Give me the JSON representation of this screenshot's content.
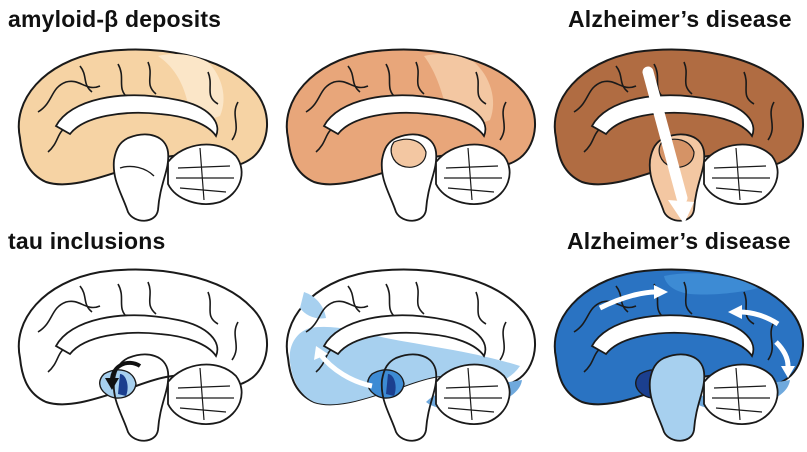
{
  "labels": {
    "amyloid": "amyloid-β deposits",
    "ad_top": "Alzheimer’s disease",
    "tau": "tau inclusions",
    "ad_bottom": "Alzheimer’s disease"
  },
  "colors": {
    "amyloid_stage1": "#f6d3a4",
    "amyloid_stage2": "#e8a67a",
    "amyloid_stage3": "#b06c42",
    "amyloid_light": "#fbe6c8",
    "tau_light": "#a7d0ef",
    "tau_mid": "#3d8bd4",
    "tau_strong": "#2a73c2",
    "tau_dark": "#1b3f8f",
    "outline": "#1a1a1a",
    "arrow_light": "#ffffff",
    "arrow_dark": "#111111"
  },
  "panels": [
    {
      "row": "amyloid",
      "stage": 1,
      "cortex_color": "amyloid_stage1",
      "icon": "brain-icon"
    },
    {
      "row": "amyloid",
      "stage": 2,
      "cortex_color": "amyloid_stage2",
      "icon": "brain-icon"
    },
    {
      "row": "amyloid",
      "stage": 3,
      "cortex_color": "amyloid_stage3",
      "icon": "brain-icon",
      "arrow": "white"
    },
    {
      "row": "tau",
      "stage": 1,
      "cortex_color": "white",
      "icon": "brain-icon",
      "arrow": "black"
    },
    {
      "row": "tau",
      "stage": 2,
      "cortex_color": "tau_light",
      "icon": "brain-icon",
      "arrow": "white"
    },
    {
      "row": "tau",
      "stage": 3,
      "cortex_color": "tau_strong",
      "icon": "brain-icon",
      "arrow": "white"
    }
  ]
}
